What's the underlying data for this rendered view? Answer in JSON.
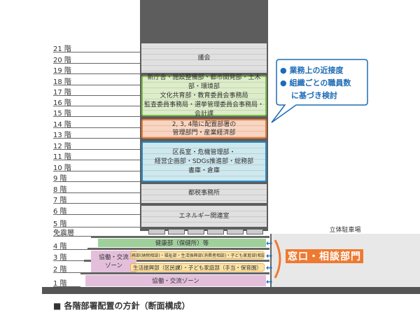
{
  "floors": [
    "21 階",
    "20 階",
    "19 階",
    "18 階",
    "17 階",
    "16 階",
    "15 階",
    "14 階",
    "13 階",
    "12 階",
    "11 階",
    "10 階",
    "9 階",
    "8 階",
    "7 階",
    "6 階",
    "5 階",
    "免震層",
    "4 階",
    "3 階",
    "2 階",
    "1 階"
  ],
  "tower": {
    "assembly": "議会",
    "green": [
      "新庁舎・施設整備部・都市開発部・土木部・環境部",
      "文化共育部・教育委員会事務局",
      "監査委員事務局・選挙管理委員会事務局・会計課"
    ],
    "orange": [
      "2, 3, 4階に配置部署の",
      "管理部門・産業経済部"
    ],
    "blue": [
      "区長室・危機管理部・",
      "経営企画部・SDGs推進部・総務部",
      "書庫・倉庫"
    ],
    "tax": "都税事務所",
    "energy": "エネルギー関連室"
  },
  "podium": {
    "f4": "健康部（保健所）等",
    "f3": "総務部(納税相談)・福祉部・生活振興部(消費者相談)・子ども家庭部(相談)",
    "f2": "生活振興部（区民課）・子ども家庭部（手当・保育園）",
    "zone": "協働・交流ゾーン",
    "f1": "協働・交流ゾーン"
  },
  "parking": "立体駐車場",
  "counter": "窓口・相談部門",
  "callout": [
    "業務上の近接度",
    "組織ごとの職員数",
    "に基づき検討"
  ],
  "caption": "■ 各階部署配置の方針（断面構成）",
  "colors": {
    "green": "#7cc04a",
    "orange": "#ee7a30",
    "blue": "#2a8cc9",
    "callout": "#1d6bb5"
  }
}
